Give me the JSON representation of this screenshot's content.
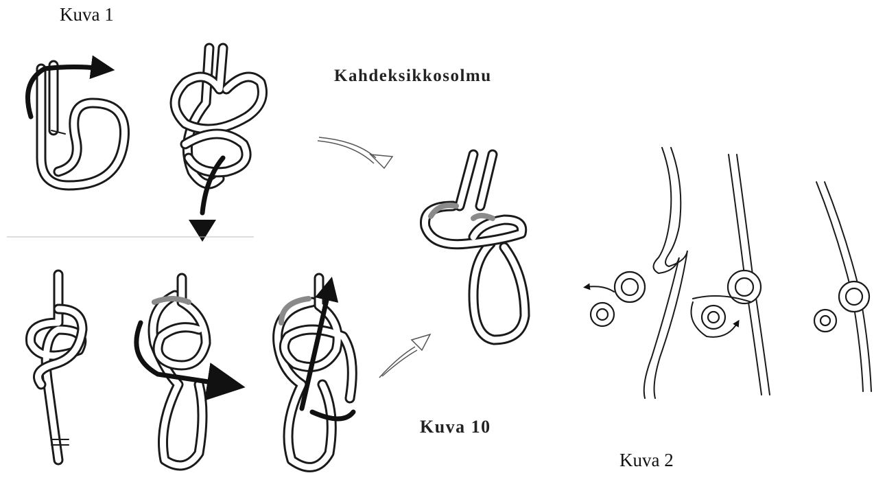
{
  "captions": {
    "kuva1": "Kuva 1",
    "kuva2": "Kuva 2",
    "knot_title": "Kahdeksikkosolmu",
    "kuva10": "Kuva 10"
  },
  "colors": {
    "ink": "#1a1a1a",
    "shade": "#8a8a8a",
    "background": "#ffffff"
  }
}
